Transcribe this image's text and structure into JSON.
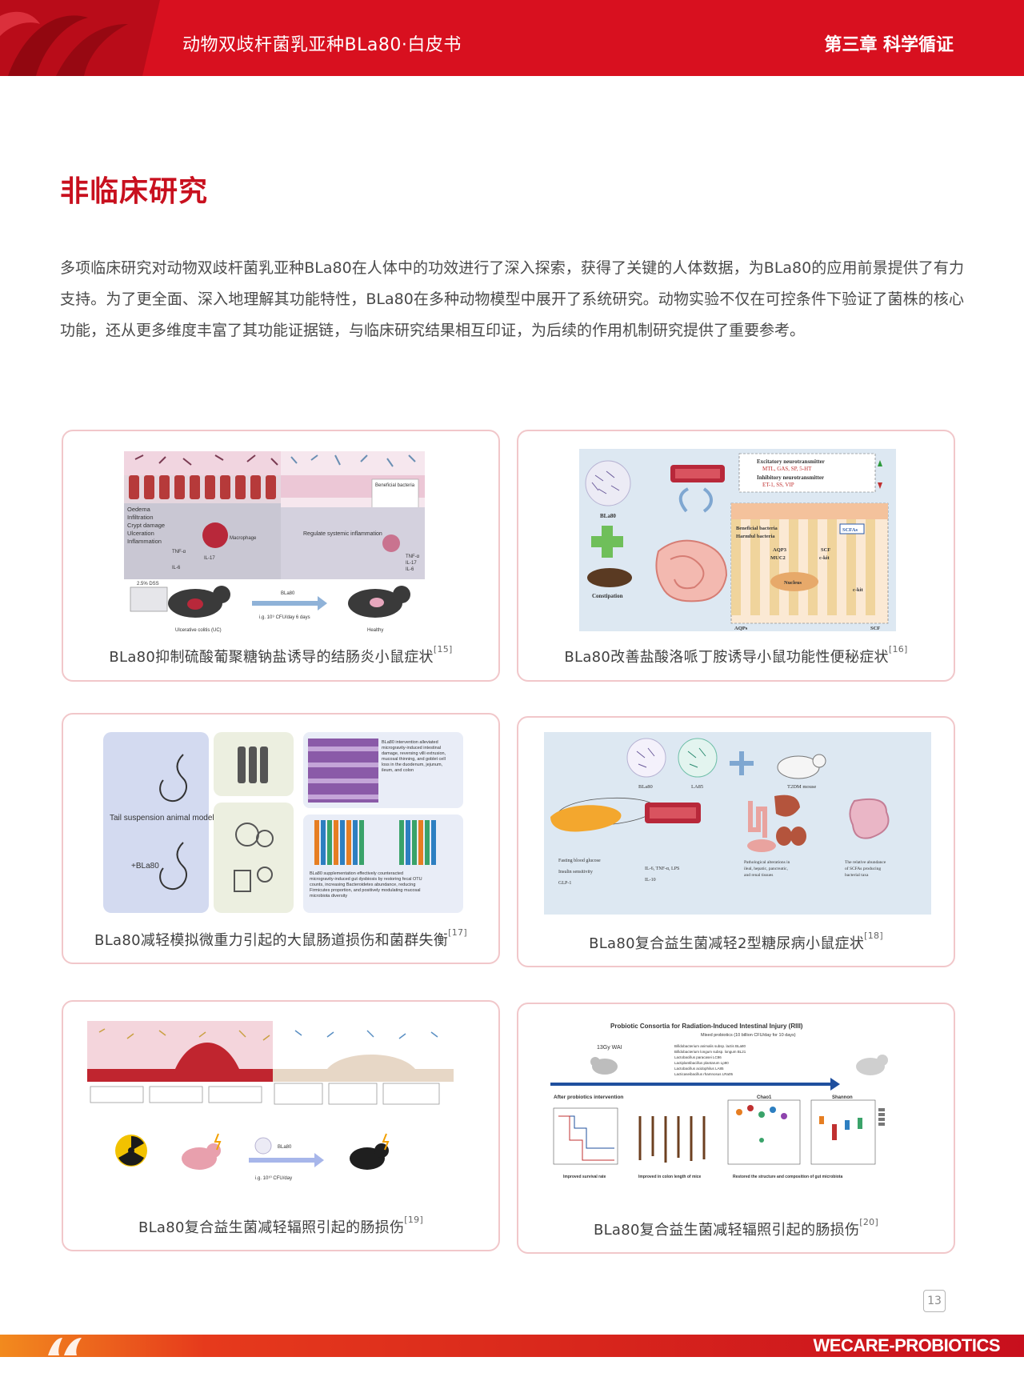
{
  "header": {
    "doc_title": "动物双歧杆菌乳亚种BLa80·白皮书",
    "chapter": "第三章 科学循证"
  },
  "section": {
    "title": "非临床研究",
    "intro": "多项临床研究对动物双歧杆菌乳亚种BLa80在人体中的功效进行了深入探索，获得了关键的人体数据，为BLa80的应用前景提供了有力支持。为了更全面、深入地理解其功能特性，BLa80在多种动物模型中展开了系统研究。动物实验不仅在可控条件下验证了菌株的核心功能，还从更多维度丰富了其功能证据链，与临床研究结果相互印证，为后续的作用机制研究提供了重要参考。"
  },
  "cards": [
    {
      "caption": "BLa80抑制硫酸葡聚糖钠盐诱导的结肠炎小鼠症状",
      "ref": "[15]"
    },
    {
      "caption": "BLa80改善盐酸洛哌丁胺诱导小鼠功能性便秘症状",
      "ref": "[16]"
    },
    {
      "caption": "BLa80减轻模拟微重力引起的大鼠肠道损伤和菌群失衡",
      "ref": "[17]"
    },
    {
      "caption": "BLa80复合益生菌减轻2型糖尿病小鼠症状",
      "ref": "[18]"
    },
    {
      "caption": "BLa80复合益生菌减轻辐照引起的肠损伤",
      "ref": "[19]"
    },
    {
      "caption": "BLa80复合益生菌减轻辐照引起的肠损伤",
      "ref": "[20]"
    }
  ],
  "figures": {
    "fig1": {
      "left_labels": [
        "Oedema",
        "Infiltration",
        "Crypt damage",
        "Ulceration",
        "Inflammation"
      ],
      "macrophage": "Macrophage",
      "cytokines_left": [
        "TNF-α",
        "IL-17",
        "IL-6"
      ],
      "beneficial": "Beneficial bacteria",
      "regulate": "Regulate systemic inflammation",
      "cytokines_right": [
        "TNF-α",
        "IL-17",
        "IL-6"
      ],
      "dss": "2.5% DSS",
      "dose": "i.g. 10⁹ CFU/day  6 days",
      "bla80": "BLa80",
      "uc": "Ulcerative colitis (UC)",
      "healthy": "Healthy"
    },
    "fig2": {
      "excitatory": "Excitatory neurotransmitter",
      "excitatory_list": "MTL, GAS, SP, 5-HT",
      "inhibitory": "Inhibitory neurotransmitter",
      "inhibitory_list": "ET-1, SS, VIP",
      "bla80": "BLa80",
      "constipation": "Constipation",
      "beneficial": "Beneficial bacteria",
      "harmful": "Harmful bacteria",
      "scfas": "SCFAs",
      "aqp3": "AQP3",
      "muc2": "MUC2",
      "scf": "SCF",
      "ckit": "c-kit",
      "nucleus": "Nucleus",
      "aqps": "AQPs",
      "scf2": "SCF"
    },
    "fig3": {
      "model": "Tail suspension animal model",
      "bla80": "+BLa80",
      "note1": "BLa80 intervention alleviated microgravity-induced intestinal damage, reversing villi extrusion, mucosal thinning, and goblet cell loss in the duodenum, jejunum, ileum, and colon",
      "note2": "BLa80 supplementation effectively counteracted microgravity-induced gut dysbiosis by restoring fecal OTU counts, increasing Bacteroidetes abundance, reducing Firmicutes proportion, and positively modulating mucosal microbiota diversity"
    },
    "fig4": {
      "bla80": "BLa80",
      "la85": "LA85",
      "mouse": "T2DM mouse",
      "pancreas_items": [
        "Fasting blood glucose",
        "Insulin sensitivity",
        "GLP-1"
      ],
      "vessel_items": [
        "IL-6, TNF-α, LPS",
        "IL-10"
      ],
      "organ_text": "Pathological alterations in ileal, hepatic, pancreatic, and renal tissues",
      "gut_text": "The relative abundance of SCFAs producing bacterial taxa"
    },
    "fig5": {
      "bla80": "BLa80",
      "dose": "i.g. 10¹⁰ CFU/day"
    },
    "fig6": {
      "title": "Probiotic Consortia for Radiation-Induced Intestinal Injury (RIII)",
      "subtitle": "Mixed probiotics (10 billion CFU/day for 10 days)",
      "dose": "13Gy WAI",
      "strains": [
        "Bifidobacterium animalis subsp. lactis BLa80",
        "Bifidobacterium longum subsp. longum BL21",
        "Lactobacillus paracasei LC86",
        "Lactiplantibacillus plantarum Lp90",
        "Lactobacillus acidophilus LA85",
        "Lacticaseibacillus rhamnosus LRa05"
      ],
      "after": "After probiotics intervention",
      "chao1": "Chao1",
      "shannon": "Shannon",
      "cap1": "Improved survival rate",
      "cap2": "Improved in colon length of mice",
      "cap3": "Restored the structure and composition of gut microbiota"
    }
  },
  "page_number": "13",
  "footer": {
    "brand": "WECARE-PROBIOTICS"
  },
  "colors": {
    "brand_red": "#d8101f",
    "title_red": "#c8101e",
    "card_border": "#f1c7ca"
  }
}
